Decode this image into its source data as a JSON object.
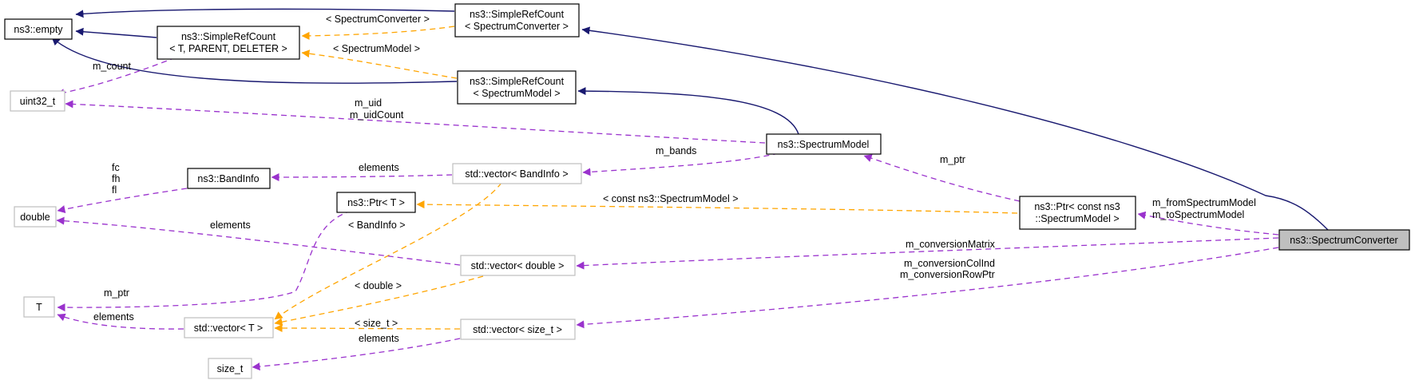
{
  "nodes": {
    "empty": {
      "lines": [
        "ns3::empty"
      ]
    },
    "simple_ref_count": {
      "lines": [
        "ns3::SimpleRefCount",
        "< T, PARENT, DELETER >"
      ]
    },
    "src_spectrum_converter": {
      "lines": [
        "ns3::SimpleRefCount",
        "< SpectrumConverter >"
      ]
    },
    "src_spectrum_model": {
      "lines": [
        "ns3::SimpleRefCount",
        "< SpectrumModel >"
      ]
    },
    "uint32": {
      "lines": [
        "uint32_t"
      ]
    },
    "spectrum_model": {
      "lines": [
        "ns3::SpectrumModel"
      ]
    },
    "band_info": {
      "lines": [
        "ns3::BandInfo"
      ]
    },
    "vector_bandinfo": {
      "lines": [
        "std::vector< BandInfo >"
      ]
    },
    "double": {
      "lines": [
        "double"
      ]
    },
    "ptr_t": {
      "lines": [
        "ns3::Ptr< T >"
      ]
    },
    "ptr_spectrum_model": {
      "lines": [
        "ns3::Ptr< const ns3",
        "::SpectrumModel >"
      ]
    },
    "spectrum_converter": {
      "lines": [
        "ns3::SpectrumConverter"
      ]
    },
    "vector_double": {
      "lines": [
        "std::vector< double >"
      ]
    },
    "t": {
      "lines": [
        "T"
      ]
    },
    "vector_t": {
      "lines": [
        "std::vector< T >"
      ]
    },
    "vector_size_t": {
      "lines": [
        "std::vector< size_t >"
      ]
    },
    "size_t": {
      "lines": [
        "size_t"
      ]
    }
  },
  "edge_labels": {
    "spectrum_converter_template": "< SpectrumConverter >",
    "spectrum_model_template": "< SpectrumModel >",
    "m_count": "m_count",
    "uid": [
      "m_uid",
      "m_uidCount"
    ],
    "elements_bandinfo": "elements",
    "m_bands": "m_bands",
    "m_ptr_model": "m_ptr",
    "band_fields": [
      "fc",
      "fh",
      "fl"
    ],
    "const_spectrum_model": "< const ns3::SpectrumModel >",
    "spectrum_models": [
      "m_fromSpectrumModel",
      "m_toSpectrumModel"
    ],
    "elements_double": "elements",
    "bandinfo_template": "< BandInfo >",
    "m_conversion_matrix": "m_conversionMatrix",
    "conversion_indices": [
      "m_conversionColInd",
      "m_conversionRowPtr"
    ],
    "m_ptr_t": "m_ptr",
    "double_template": "< double >",
    "elements_t": "elements",
    "size_t_template": "< size_t >",
    "elements_size_t": "elements"
  },
  "colors": {
    "inheritance": "#191970",
    "template_instance": "#ffa500",
    "usage": "#9a32cd",
    "focus_fill": "#bfbfbf",
    "external_border": "#bfbfbf"
  }
}
